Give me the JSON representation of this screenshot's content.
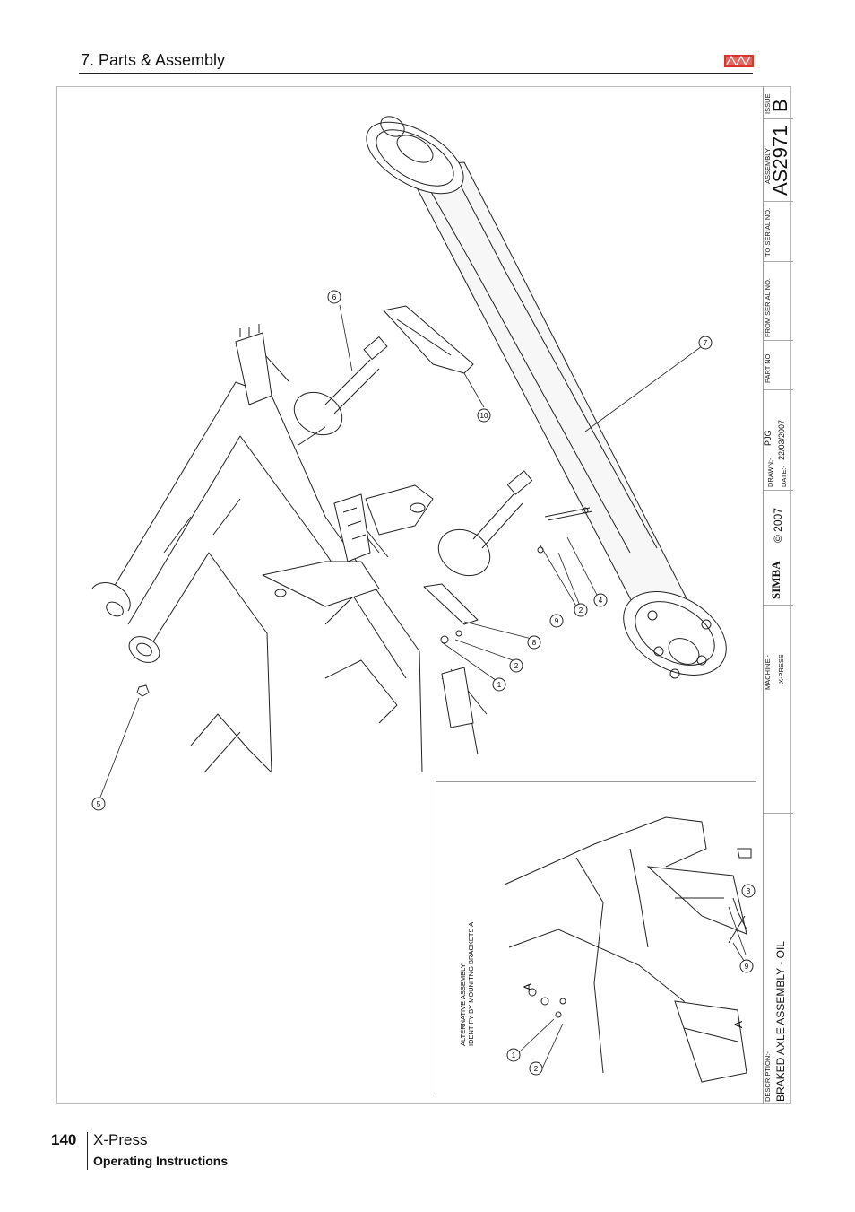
{
  "header": {
    "section_title": "7. Parts & Assembly"
  },
  "logo": {
    "name": "simba-logo"
  },
  "title_block": {
    "issue_label": "ISSUE",
    "issue_value": "B",
    "assembly_label": "ASSEMBLY",
    "assembly_value": "AS2971",
    "to_serial_label": "TO SERIAL NO.",
    "from_serial_label": "FROM SERIAL NO.",
    "part_no_label": "PART NO.",
    "drawn_label": "DRAWN:-",
    "drawn_value": "PJG",
    "date_label": "DATE:-",
    "date_value": "22/03/2007",
    "copyright": "© 2007",
    "brand": "SIMBA",
    "machine_label": "MACHINE:-",
    "machine_value": "X-PRESS",
    "description_label": "DESCRIPTION:-",
    "description_value": "BRAKED AXLE ASSEMBLY - OIL"
  },
  "drawing": {
    "callouts": [
      "1",
      "2",
      "3",
      "4",
      "5",
      "6",
      "7",
      "8",
      "9",
      "10"
    ],
    "alt_note_line1": "ALTERNATIVE ASSEMBLY:",
    "alt_note_line2": "IDENTIFY BY MOUNITNG BRACKETS  A",
    "marker": "A"
  },
  "footer": {
    "page_number": "140",
    "product": "X-Press",
    "subtitle": "Operating Instructions"
  }
}
